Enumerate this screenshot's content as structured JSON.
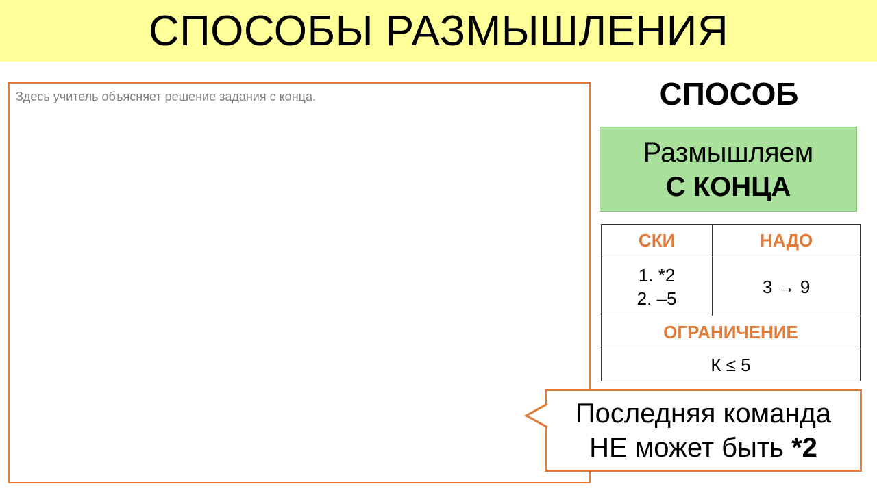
{
  "header": {
    "title": "СПОСОБЫ РАЗМЫШЛЕНИЯ"
  },
  "panel": {
    "note": "Здесь учитель объясняет решение задания с конца."
  },
  "method": {
    "title": "СПОСОБ",
    "line1": "Размышляем",
    "line2": "С КОНЦА"
  },
  "table": {
    "col1_header": "СКИ",
    "col2_header": "НАДО",
    "commands": [
      "1. *2",
      "2. –5"
    ],
    "goal": "3 → 9",
    "restriction_header": "ОГРАНИЧЕНИЕ",
    "restriction": "К ≤ 5"
  },
  "callout": {
    "line1": "Последняя команда",
    "line2_prefix": "НЕ может быть ",
    "line2_bold": "*2"
  },
  "colors": {
    "accent": "#E07B39",
    "header_bg": "#FFFF99",
    "method_bg": "#A9E09B"
  }
}
